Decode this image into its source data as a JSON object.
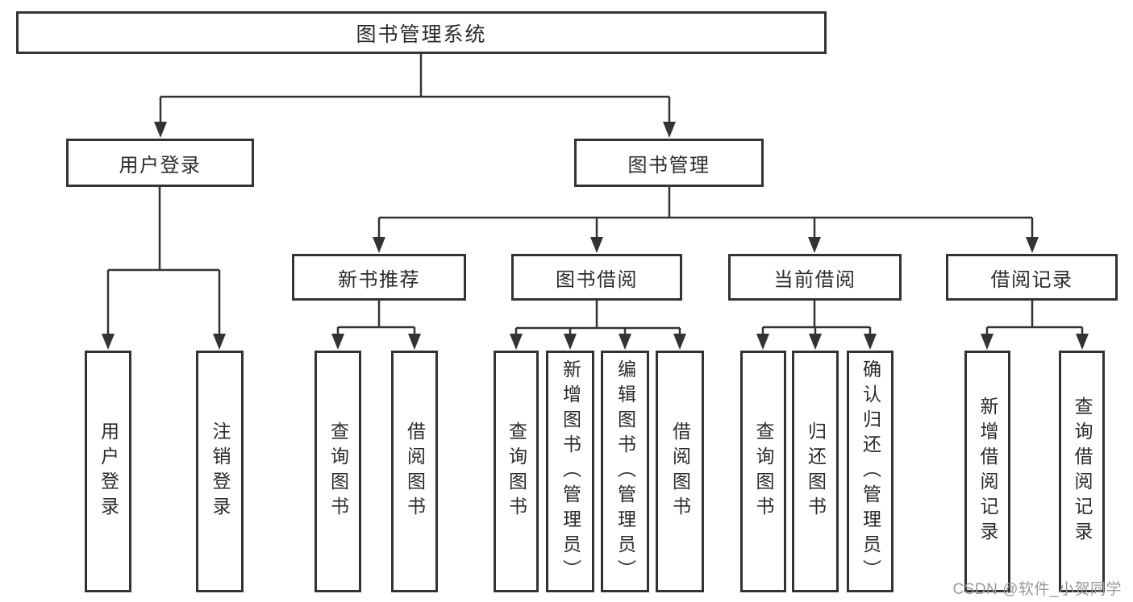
{
  "tree": {
    "root": {
      "label": "图书管理系统",
      "children": [
        {
          "label": "用户登录",
          "children": [
            {
              "label": "用户登录"
            },
            {
              "label": "注销登录"
            }
          ]
        },
        {
          "label": "图书管理",
          "children": [
            {
              "label": "新书推荐",
              "children": [
                {
                  "label": "查询图书"
                },
                {
                  "label": "借阅图书"
                }
              ]
            },
            {
              "label": "图书借阅",
              "children": [
                {
                  "label": "查询图书"
                },
                {
                  "label": "新增图书（管理员）"
                },
                {
                  "label": "编辑图书（管理员）"
                },
                {
                  "label": "借阅图书"
                }
              ]
            },
            {
              "label": "当前借阅",
              "children": [
                {
                  "label": "查询图书"
                },
                {
                  "label": "归还图书"
                },
                {
                  "label": "确认归还（管理员）"
                }
              ]
            },
            {
              "label": "借阅记录",
              "children": [
                {
                  "label": "新增借阅记录"
                },
                {
                  "label": "查询借阅记录"
                }
              ]
            }
          ]
        }
      ]
    }
  },
  "watermark": {
    "text": "CSDN @软件_小贺同学"
  },
  "colors": {
    "line": "#333333",
    "box_border": "#333333",
    "text": "#2b2b2b",
    "watermark": "#999999",
    "background": "#ffffff"
  }
}
